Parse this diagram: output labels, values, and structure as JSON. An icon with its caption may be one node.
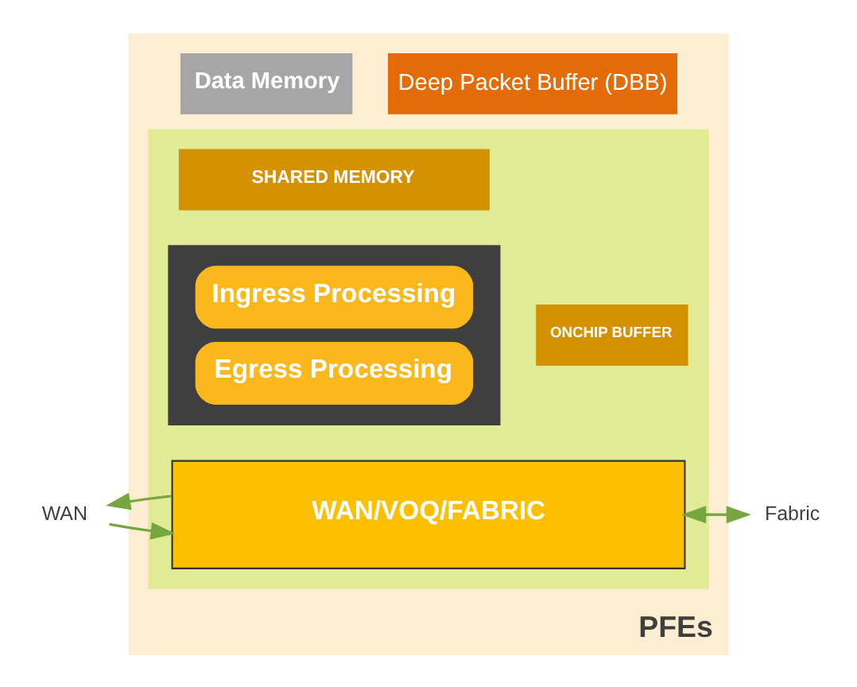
{
  "diagram": {
    "nodes": [
      {
        "text": [
          "PFEs"
        ]
      },
      {
        "text": [
          "Data Memory"
        ],
        "in": 0
      },
      {
        "text": [
          "Deep Packet Buffer (DBB)"
        ],
        "in": 0
      },
      {
        "text": [],
        "shape": "box",
        "in": 0
      },
      {
        "text": [
          "SHARED MEMORY"
        ],
        "in": 3
      },
      {
        "text": [
          "Ingress Processing",
          "Egress Processing"
        ],
        "in": 3
      },
      {
        "text": [
          "ONCHIP BUFFER"
        ],
        "in": 3
      },
      {
        "text": [
          "WAN/VOQ/FABRIC"
        ],
        "in": 3
      },
      {
        "text": [
          "WAN"
        ]
      },
      {
        "text": [
          "Fabric"
        ]
      }
    ],
    "edges": [
      {
        "from": 8,
        "to": 7,
        "arrow": "to"
      },
      {
        "from": 7,
        "to": 8,
        "arrow": "to"
      },
      {
        "from": 7,
        "to": 9,
        "arrow": "to"
      },
      {
        "from": 9,
        "to": 7,
        "arrow": "to"
      }
    ]
  }
}
